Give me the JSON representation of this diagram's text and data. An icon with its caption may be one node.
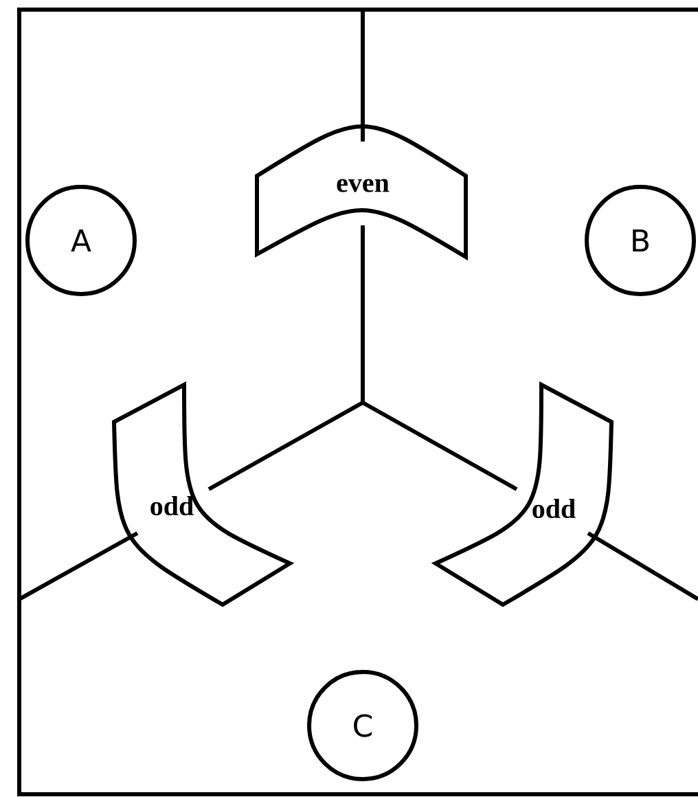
{
  "diagram": {
    "nodes": [
      {
        "text": [
          "A"
        ]
      },
      {
        "text": [
          "even"
        ]
      },
      {
        "text": [
          "B"
        ]
      },
      {
        "text": [
          "odd"
        ]
      },
      {
        "text": [
          "odd"
        ]
      },
      {
        "text": [
          "C"
        ]
      }
    ]
  }
}
